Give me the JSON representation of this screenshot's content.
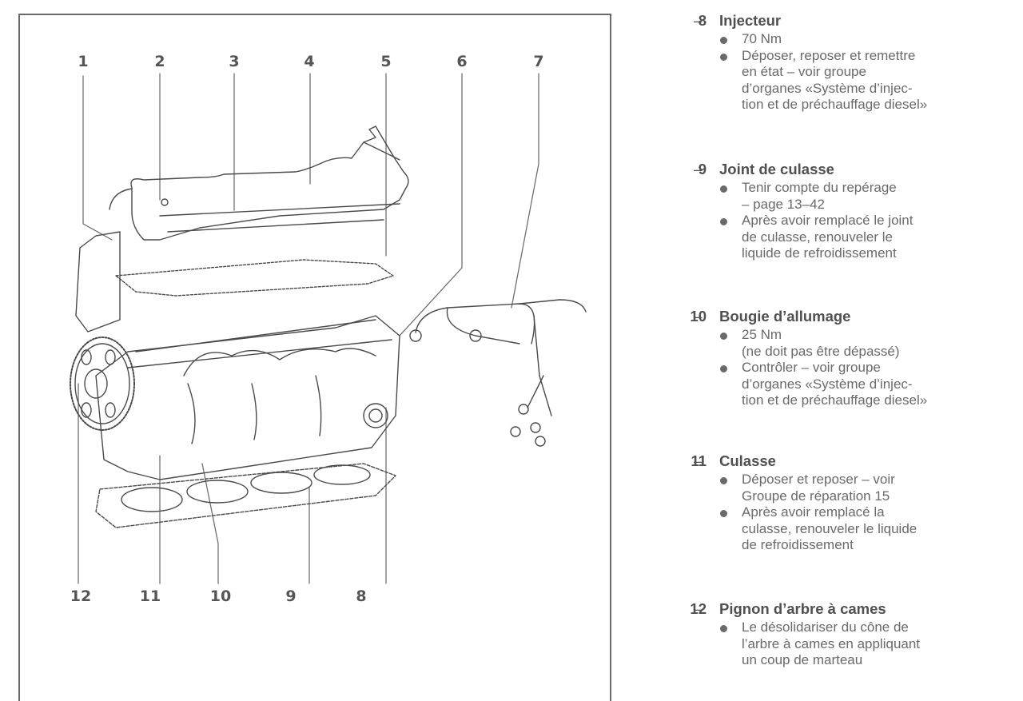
{
  "figure": {
    "callouts_top": [
      "1",
      "2",
      "3",
      "4",
      "5",
      "6",
      "7"
    ],
    "callouts_bottom": [
      "12",
      "11",
      "10",
      "9",
      "8"
    ],
    "description": "Exploded view of diesel cylinder head assembly"
  },
  "legend": [
    {
      "number": "8",
      "dash": "–",
      "title": "Injecteur",
      "bullets": [
        "70 Nm",
        "Déposer, reposer et remettre\nen état – voir groupe\nd’organes «Système d’injec-\ntion et de préchauffage diesel»"
      ]
    },
    {
      "number": "9",
      "dash": "–",
      "title": "Joint de culasse",
      "bullets": [
        "Tenir compte du repérage\n– page 13–42",
        "Après avoir remplacé le joint\nde culasse, renouveler le\nliquide de refroidissement"
      ]
    },
    {
      "number": "10",
      "dash": "–",
      "title": "Bougie d’allumage",
      "bullets": [
        "25 Nm\n(ne doit pas être dépassé)",
        "Contrôler – voir groupe\nd’organes «Système d’injec-\ntion et de préchauffage diesel»"
      ]
    },
    {
      "number": "11",
      "dash": "–",
      "title": "Culasse",
      "bullets": [
        "Déposer et reposer – voir\nGroupe de réparation 15",
        "Après avoir remplacé la\nculasse, renouveler le liquide\nde refroidissement"
      ]
    },
    {
      "number": "12",
      "dash": "–",
      "title": "Pignon d’arbre à cames",
      "bullets": [
        "Le désolidariser du cône de\nl’arbre à cames en appliquant\nun coup de marteau"
      ]
    }
  ]
}
